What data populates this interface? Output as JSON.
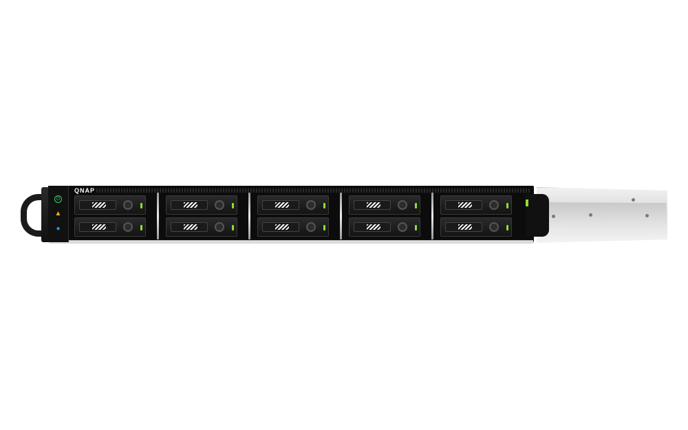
{
  "product": {
    "brand_logo": "QNAP",
    "type": "rackmount-nas",
    "drive_bays": 10
  },
  "indicators": [
    {
      "name": "power",
      "color": "#3ad16a"
    },
    {
      "name": "status-warning",
      "color": "#f2b21b"
    },
    {
      "name": "identify",
      "color": "#2a98e0"
    }
  ],
  "colors": {
    "chassis": "#0c0c0c",
    "side_panel": "#e3e3e3",
    "drive_led": "#8ee02a"
  }
}
